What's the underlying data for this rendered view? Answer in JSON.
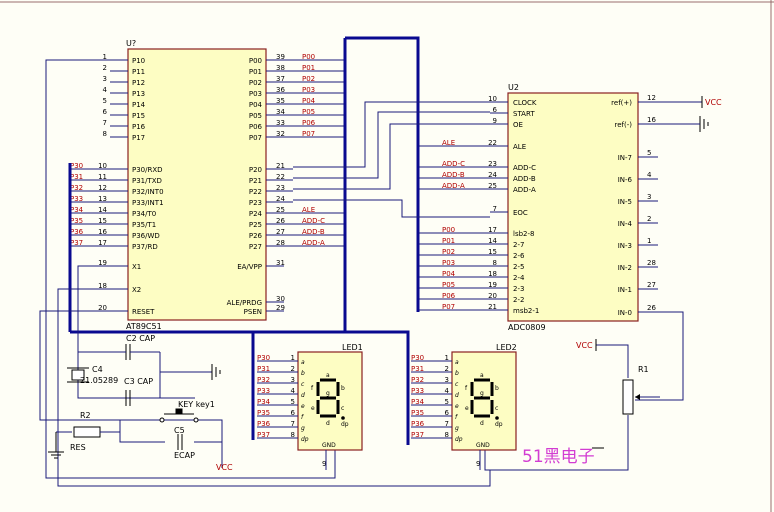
{
  "mcu": {
    "ref": "U?",
    "part": "AT89C51",
    "left_pins": [
      {
        "num": "1",
        "name": "P10",
        "net": ""
      },
      {
        "num": "2",
        "name": "P11",
        "net": ""
      },
      {
        "num": "3",
        "name": "P12",
        "net": ""
      },
      {
        "num": "4",
        "name": "P13",
        "net": ""
      },
      {
        "num": "5",
        "name": "P14",
        "net": ""
      },
      {
        "num": "6",
        "name": "P15",
        "net": ""
      },
      {
        "num": "7",
        "name": "P16",
        "net": ""
      },
      {
        "num": "8",
        "name": "P17",
        "net": ""
      },
      {
        "num": "10",
        "name": "P30/RXD",
        "net": "P30"
      },
      {
        "num": "11",
        "name": "P31/TXD",
        "net": "P31"
      },
      {
        "num": "12",
        "name": "P32/INT0",
        "net": "P32"
      },
      {
        "num": "13",
        "name": "P33/INT1",
        "net": "P33"
      },
      {
        "num": "14",
        "name": "P34/T0",
        "net": "P34"
      },
      {
        "num": "15",
        "name": "P35/T1",
        "net": "P35"
      },
      {
        "num": "16",
        "name": "P36/WD",
        "net": "P36"
      },
      {
        "num": "17",
        "name": "P37/RD",
        "net": "P37"
      },
      {
        "num": "19",
        "name": "X1",
        "net": ""
      },
      {
        "num": "18",
        "name": "X2",
        "net": ""
      },
      {
        "num": "20",
        "name": "RESET",
        "net": ""
      }
    ],
    "right_pins": [
      {
        "num": "39",
        "name": "P00",
        "net": "P00"
      },
      {
        "num": "38",
        "name": "P01",
        "net": "P01"
      },
      {
        "num": "37",
        "name": "P02",
        "net": "P02"
      },
      {
        "num": "36",
        "name": "P03",
        "net": "P03"
      },
      {
        "num": "35",
        "name": "P04",
        "net": "P04"
      },
      {
        "num": "34",
        "name": "P05",
        "net": "P05"
      },
      {
        "num": "33",
        "name": "P06",
        "net": "P06"
      },
      {
        "num": "32",
        "name": "P07",
        "net": "P07"
      },
      {
        "num": "21",
        "name": "P20",
        "net": ""
      },
      {
        "num": "22",
        "name": "P21",
        "net": ""
      },
      {
        "num": "23",
        "name": "P22",
        "net": ""
      },
      {
        "num": "24",
        "name": "P23",
        "net": ""
      },
      {
        "num": "25",
        "name": "P24",
        "net": "ALE"
      },
      {
        "num": "26",
        "name": "P25",
        "net": "ADD-C"
      },
      {
        "num": "27",
        "name": "P26",
        "net": "ADD-B"
      },
      {
        "num": "28",
        "name": "P27",
        "net": "ADD-A"
      },
      {
        "num": "31",
        "name": "EA/VPP",
        "net": ""
      },
      {
        "num": "30",
        "name": "ALE/PRDG",
        "net": ""
      },
      {
        "num": "29",
        "name": "PSEN",
        "net": ""
      }
    ]
  },
  "adc": {
    "ref": "U2",
    "part": "ADC0809",
    "left_pins": [
      {
        "num": "10",
        "name": "CLOCK",
        "net": ""
      },
      {
        "num": "6",
        "name": "START",
        "net": ""
      },
      {
        "num": "9",
        "name": "OE",
        "net": ""
      },
      {
        "num": "22",
        "name": "ALE",
        "net": "ALE"
      },
      {
        "num": "23",
        "name": "ADD-C",
        "net": "ADD-C"
      },
      {
        "num": "24",
        "name": "ADD-B",
        "net": "ADD-B"
      },
      {
        "num": "25",
        "name": "ADD-A",
        "net": "ADD-A"
      },
      {
        "num": "7",
        "name": "EOC",
        "net": ""
      },
      {
        "num": "17",
        "name": "lsb2-8",
        "net": "P00"
      },
      {
        "num": "14",
        "name": "2-7",
        "net": "P01"
      },
      {
        "num": "15",
        "name": "2-6",
        "net": "P02"
      },
      {
        "num": "8",
        "name": "2-5",
        "net": "P03"
      },
      {
        "num": "18",
        "name": "2-4",
        "net": "P04"
      },
      {
        "num": "19",
        "name": "2-3",
        "net": "P05"
      },
      {
        "num": "20",
        "name": "2-2",
        "net": "P06"
      },
      {
        "num": "21",
        "name": "msb2-1",
        "net": "P07"
      }
    ],
    "right_pins": [
      {
        "num": "12",
        "name": "ref(+)",
        "net": "VCC"
      },
      {
        "num": "16",
        "name": "ref(-)",
        "net": ""
      },
      {
        "num": "5",
        "name": "IN-7",
        "net": ""
      },
      {
        "num": "4",
        "name": "IN-6",
        "net": ""
      },
      {
        "num": "3",
        "name": "IN-5",
        "net": ""
      },
      {
        "num": "2",
        "name": "IN-4",
        "net": ""
      },
      {
        "num": "1",
        "name": "IN-3",
        "net": ""
      },
      {
        "num": "28",
        "name": "IN-2",
        "net": ""
      },
      {
        "num": "27",
        "name": "IN-1",
        "net": ""
      },
      {
        "num": "26",
        "name": "IN-0",
        "net": ""
      }
    ]
  },
  "leds": [
    {
      "ref": "LED1",
      "gnd": "GND",
      "gnd_pin": "9"
    },
    {
      "ref": "LED2",
      "gnd": "GND",
      "gnd_pin": "9"
    }
  ],
  "led_pins": [
    {
      "net": "P30",
      "num": "1",
      "seg": "a"
    },
    {
      "net": "P31",
      "num": "2",
      "seg": "b"
    },
    {
      "net": "P32",
      "num": "3",
      "seg": "c"
    },
    {
      "net": "P33",
      "num": "4",
      "seg": "d"
    },
    {
      "net": "P34",
      "num": "5",
      "seg": "e"
    },
    {
      "net": "P35",
      "num": "6",
      "seg": "f"
    },
    {
      "net": "P36",
      "num": "7",
      "seg": "g"
    },
    {
      "net": "P37",
      "num": "8",
      "seg": "dp"
    }
  ],
  "components": {
    "c2": "C2 CAP",
    "c3": "C3 CAP",
    "c4": "C4",
    "crystal": "21.05289",
    "r2": "R2",
    "res": "RES",
    "key": "KEY key1",
    "c5": "C5",
    "ecap": "ECAP",
    "vcc_bottom": "VCC",
    "vcc_pot": "VCC",
    "r1": "R1"
  },
  "watermark": "51黑电子",
  "colors": {
    "background": "#fefef6",
    "body_fill": "#fdfdc3",
    "outline": "#8a2020",
    "wire": "#1a1a7a",
    "bus": "#0a0a90",
    "net_label": "#b00000",
    "pin_num": "#000000",
    "watermark": "#d23cd2"
  }
}
